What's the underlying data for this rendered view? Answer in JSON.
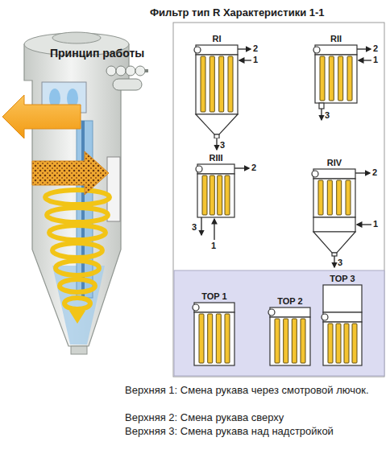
{
  "diagram": {
    "title": "Фильтр тип R Характеристики 1-1",
    "nodes": [
      {
        "text": [
          "RI"
        ]
      },
      {
        "text": [
          "RII"
        ]
      },
      {
        "text": [
          "RIII"
        ]
      },
      {
        "text": [
          "RIV"
        ]
      },
      {
        "text": [
          "TOP 1"
        ]
      },
      {
        "text": [
          "TOP 2"
        ]
      },
      {
        "text": [
          "TOP 3"
        ]
      }
    ],
    "labels": [
      "Принцип работы",
      "2",
      "1",
      "3",
      "2",
      "1",
      "3",
      "2",
      "3",
      "1",
      "2",
      "1",
      "3",
      "Верхняя 1: Смена рукава через смотровой лючок.",
      "Верхняя 2: Смена рукава сверху",
      "Верхняя 3: Смена рукава над надстройкой"
    ]
  }
}
